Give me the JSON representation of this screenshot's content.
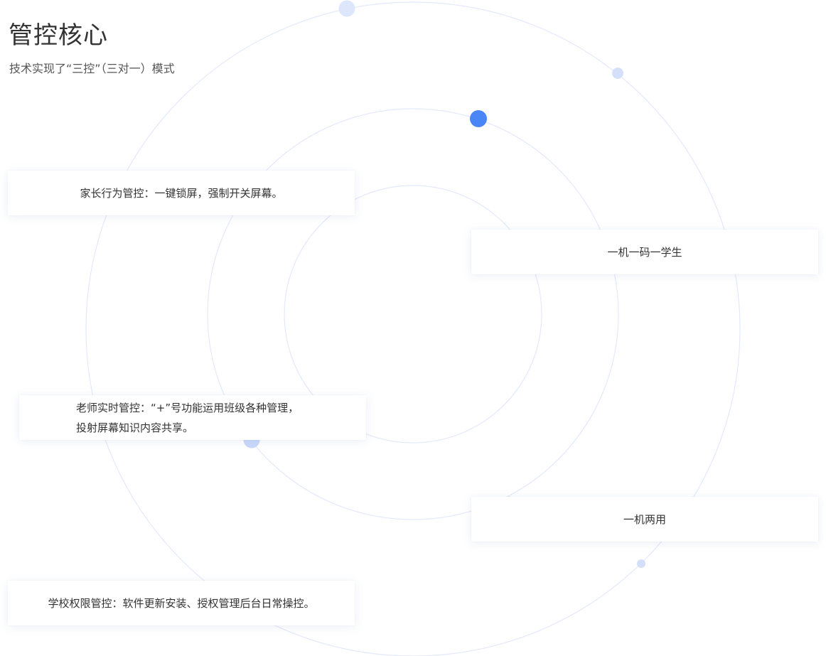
{
  "header": {
    "title": "管控核心",
    "subtitle": "技术实现了“三控”（三对一）模式"
  },
  "cards": {
    "parent": "家长行为管控：一键锁屏，强制开关屏幕。",
    "student": "一机一码一学生",
    "teacher_line1": "老师实时管控：“+”号功能运用班级各种管理，",
    "teacher_line2": "投射屏幕知识内容共享。",
    "dual": "一机两用",
    "school": "学校权限管控：软件更新安装、授权管理后台日常操控。"
  },
  "colors": {
    "orbit_line": "#e3e9fb",
    "dot_primary": "#4a86f5",
    "dot_light": "#c9d8fa",
    "dot_pale": "#dde6fb",
    "card_bg": "#ffffff",
    "title_text": "#333333"
  }
}
